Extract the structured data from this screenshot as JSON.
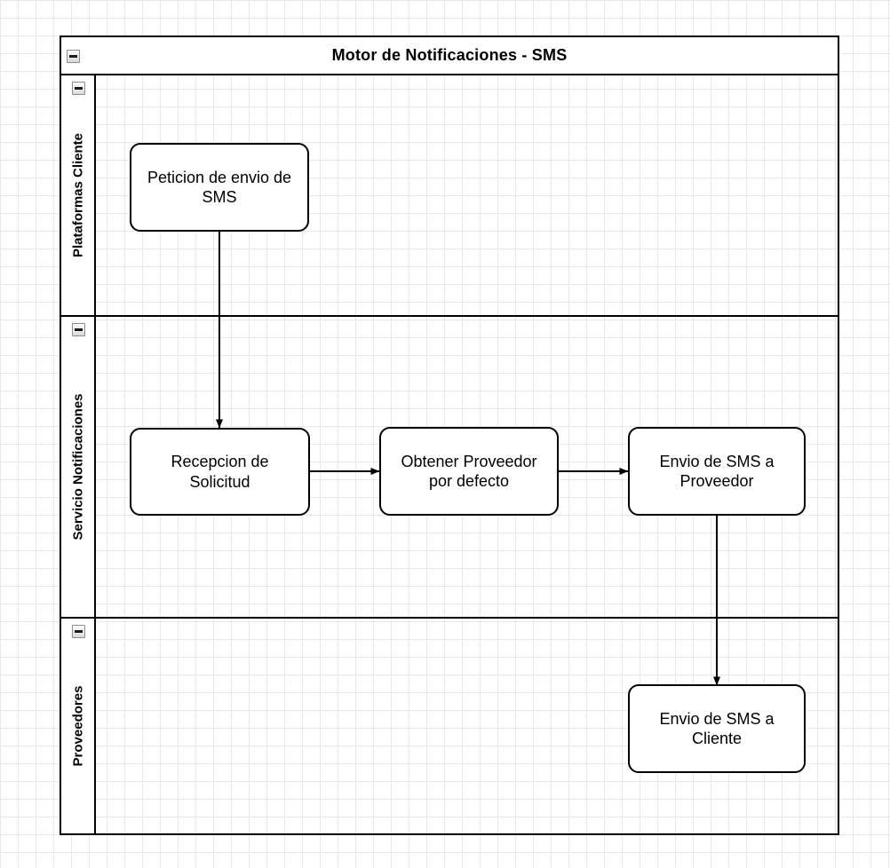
{
  "pool": {
    "title": "Motor de Notificaciones - SMS",
    "collapse_icon": "collapse-minus-icon"
  },
  "lanes": [
    {
      "id": "lane-0",
      "label": "Plataformas Cliente",
      "collapse_icon": "collapse-minus-icon"
    },
    {
      "id": "lane-1",
      "label": "Servicio Notificaciones",
      "collapse_icon": "collapse-minus-icon"
    },
    {
      "id": "lane-2",
      "label": "Proveedores",
      "collapse_icon": "collapse-minus-icon"
    }
  ],
  "nodes": [
    {
      "id": "peticion-de-envio-de-sms",
      "label": "Peticion de envio de SMS",
      "lane": "Plataformas Cliente"
    },
    {
      "id": "recepcion-de-solicitud",
      "label": "Recepcion de Solicitud",
      "lane": "Servicio Notificaciones"
    },
    {
      "id": "obtener-proveedor-por-defecto",
      "label": "Obtener Proveedor por defecto",
      "lane": "Servicio Notificaciones"
    },
    {
      "id": "envio-de-sms-a-proveedor",
      "label": "Envio de SMS a Proveedor",
      "lane": "Servicio Notificaciones"
    },
    {
      "id": "envio-de-sms-a-cliente",
      "label": "Envio de SMS a Cliente",
      "lane": "Proveedores"
    }
  ],
  "edges": [
    {
      "from": "peticion-de-envio-de-sms",
      "to": "recepcion-de-solicitud",
      "direction": "down"
    },
    {
      "from": "recepcion-de-solicitud",
      "to": "obtener-proveedor-por-defecto",
      "direction": "right"
    },
    {
      "from": "obtener-proveedor-por-defecto",
      "to": "envio-de-sms-a-proveedor",
      "direction": "right"
    },
    {
      "from": "envio-de-sms-a-proveedor",
      "to": "envio-de-sms-a-cliente",
      "direction": "down"
    }
  ],
  "colors": {
    "stroke": "#000000",
    "fill": "#ffffff",
    "grid_minor": "#e8e8e8",
    "grid_major": "#d0d0d0"
  }
}
